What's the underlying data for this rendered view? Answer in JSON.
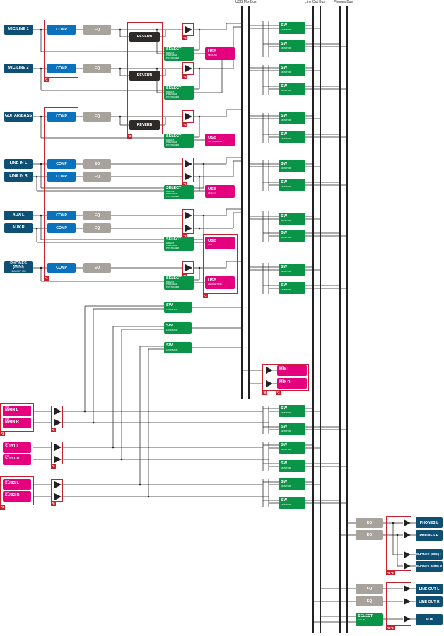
{
  "bus_labels": [
    "USB Mix Bus",
    "Line Out Bus",
    "Phones Bus"
  ],
  "inputs": {
    "mic1": "MIC/LINE 1",
    "mic2": "MIC/LINE 2",
    "guitar": "GUITAR/BASS",
    "linel": "LINE IN L",
    "liner": "LINE IN R",
    "auxl": "AUX L",
    "auxr": "AUX R",
    "phones": "PHONES (MINI)",
    "phones_sub": "HEADSET MIC"
  },
  "labels": {
    "comp": "COMP",
    "eq": "EQ",
    "reverb": "REVERB",
    "select": "SELECT",
    "select_sub": [
      "DIRECT",
      "PREFADER",
      "POSTFADER"
    ],
    "sw": "SW",
    "monitor": "MONITOR",
    "loopback": "LOOPBACK",
    "usb": "USB",
    "usb_small": "USB",
    "aux_in": "AUX IN"
  },
  "usb_outs": {
    "mic": "MIC/LINE",
    "guitar": "GUITAR/BASS",
    "line": "LINE IN",
    "aux": "AUX",
    "headset": "HEADSET MIC"
  },
  "usb_returns": {
    "mixl": "MIX L",
    "mixr": "MIX R",
    "mainl": "MAIN L",
    "mainr": "MAIN R",
    "sub1l": "SUB1 L",
    "sub1r": "SUB1 R",
    "sub2l": "SUB2 L",
    "sub2r": "SUB2 R"
  },
  "outputs": {
    "phl": "PHONES L",
    "phr": "PHONES R",
    "pml": "PHONES (MINI) L",
    "pmr": "PHONES (MINI) R",
    "lol": "LINE OUT L",
    "lor": "LINE OUT R",
    "aux": "AUX"
  },
  "notes": {
    "n1": "*1",
    "n2": "*2",
    "n3": "*3",
    "n6": "*6",
    "n46": "*4 *6",
    "n56": "*5 *6"
  }
}
